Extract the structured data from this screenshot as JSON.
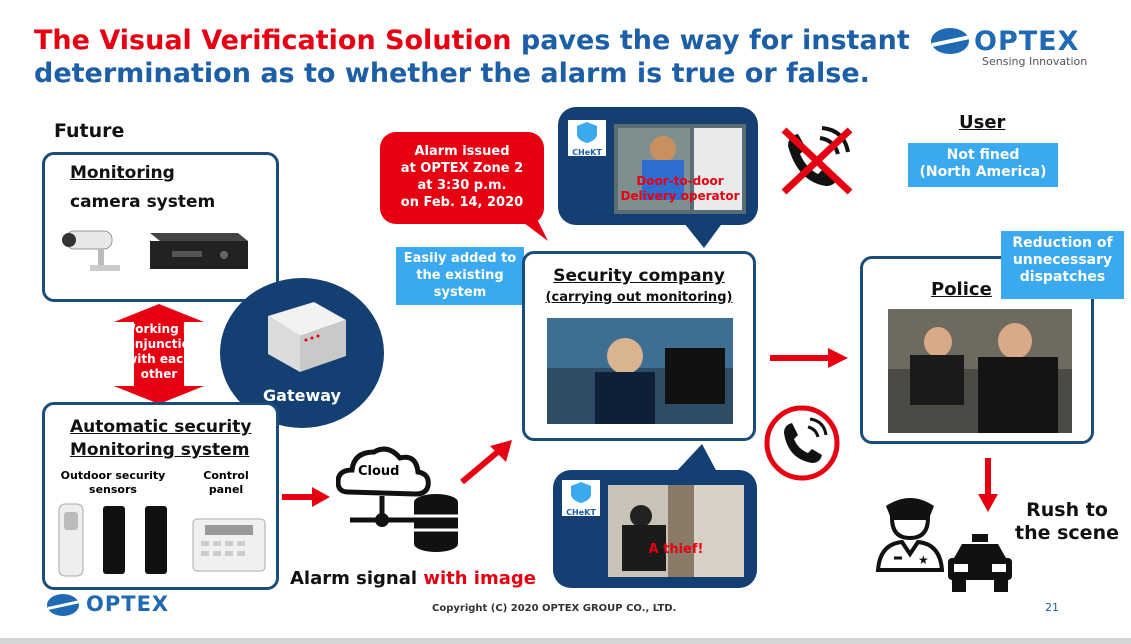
{
  "title": {
    "highlight": "The Visual Verification Solution",
    "rest_line1": " paves the way for instant",
    "rest_line2": "determination as to whether the alarm is true or false."
  },
  "logo": {
    "word": "OPTEX",
    "tagline": "Sensing Innovation"
  },
  "future_label": "Future",
  "monitoring_camera": {
    "title_line1": "Monitoring",
    "title_line2": "camera system"
  },
  "working_arrow": {
    "text": "Working in conjunction with each other"
  },
  "gateway": {
    "label": "Gateway"
  },
  "automatic_security": {
    "title_line1": "Automatic security",
    "title_line2": "Monitoring system",
    "outdoor_label": "Outdoor security sensors",
    "control_label": "Control panel"
  },
  "cloud": {
    "label": "Cloud"
  },
  "alarm_signal": {
    "prefix": "Alarm signal ",
    "highlight": "with image"
  },
  "alarm_bubble": {
    "line1": "Alarm issued",
    "line2": "at OPTEX Zone 2",
    "line3": "at 3:30 p.m.",
    "line4": "on Feb. 14, 2020"
  },
  "easily_added": {
    "text": "Easily added to the existing system"
  },
  "security_company": {
    "title": "Security company",
    "subtitle": "(carrying out monitoring)"
  },
  "chekt_top": {
    "brand": "CHeKT",
    "caption_line1": "Door-to-door",
    "caption_line2": "Delivery operator"
  },
  "chekt_bottom": {
    "brand": "CHeKT",
    "caption": "A thief!"
  },
  "user": {
    "title": "User",
    "status_line1": "Not fined",
    "status_line2": "(North America)"
  },
  "reduction": {
    "line1": "Reduction of",
    "line2": "unnecessary",
    "line3": "dispatches"
  },
  "police": {
    "title": "Police"
  },
  "rush": {
    "line1": "Rush to",
    "line2": "the scene"
  },
  "footer": {
    "copyright": "Copyright (C) 2020 OPTEX GROUP CO., LTD.",
    "page": "21"
  },
  "colors": {
    "brand_blue": "#1d5fa6",
    "red": "#e60012",
    "accent_blue": "#3aa9ef",
    "box_border": "#1b4d7a"
  }
}
